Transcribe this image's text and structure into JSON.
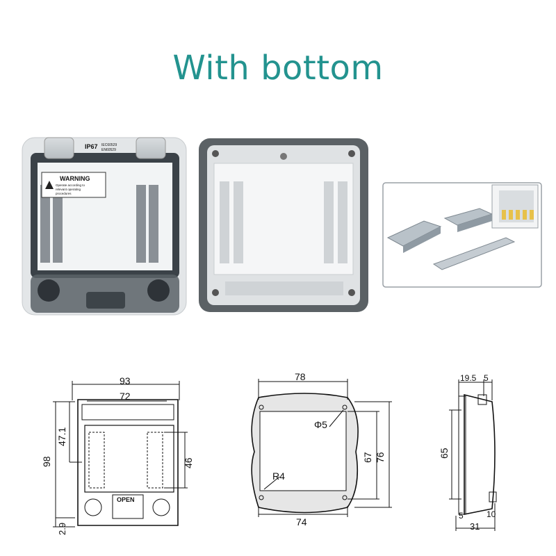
{
  "heading": "With bottom",
  "cover_photo": {
    "model": "IP67",
    "standards": [
      "IEC60529",
      "EN60529"
    ],
    "warning_title": "WARNING",
    "warning_text": [
      "Operate according to",
      "relevant operating",
      "procedures"
    ]
  },
  "accessories_inset": {
    "description": "mounting brackets and DIN rail with breaker detail"
  },
  "front_view": {
    "dim_total_width": "93",
    "dim_inner_width": "72",
    "dim_height": "98",
    "dim_window_height": "47.1",
    "dim_module_height": "46",
    "dim_bottom": "2.9",
    "open_label": "OPEN"
  },
  "base_view": {
    "dim_top_width": "78",
    "dim_bottom_width": "74",
    "dim_hole_height": "67",
    "dim_outer_height": "76",
    "hole_label": "Φ5",
    "radius_label": "R4"
  },
  "side_view": {
    "dim_depth": "19.5",
    "dim_top_small": "5",
    "dim_height": "65",
    "dim_bottom_small": "5",
    "dim_total_depth": "31",
    "dim_right_small": "10"
  }
}
